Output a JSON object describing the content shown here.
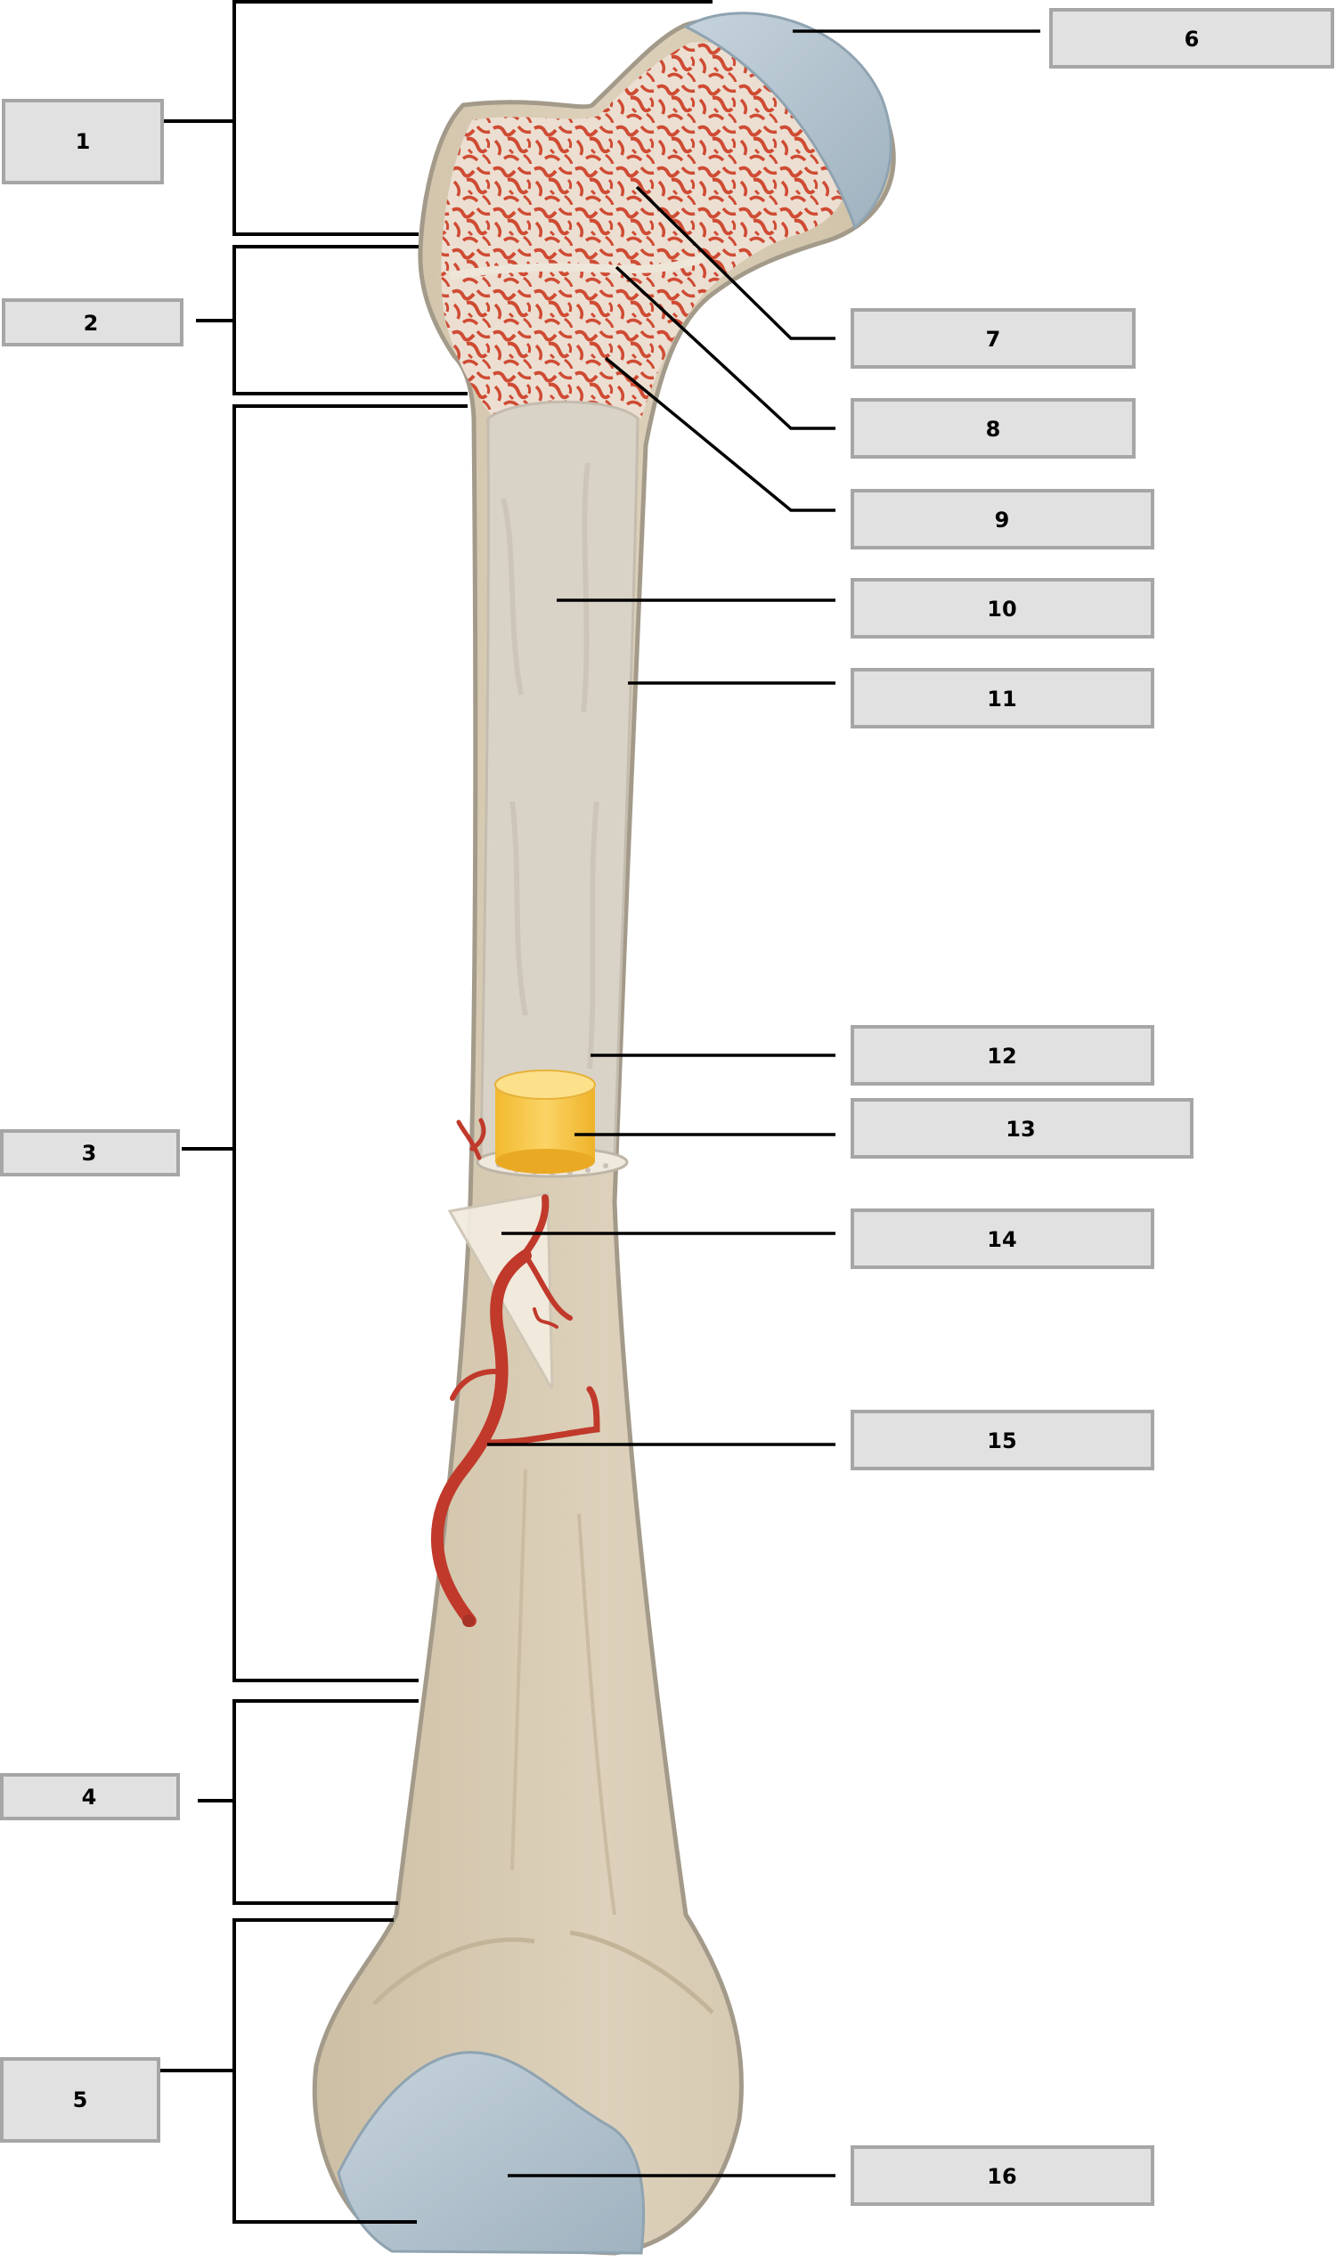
{
  "labels": [
    {
      "id": "1",
      "text": "1"
    },
    {
      "id": "2",
      "text": "2"
    },
    {
      "id": "3",
      "text": "3"
    },
    {
      "id": "4",
      "text": "4"
    },
    {
      "id": "5",
      "text": "5"
    },
    {
      "id": "6",
      "text": "6"
    },
    {
      "id": "7",
      "text": "7"
    },
    {
      "id": "8",
      "text": "8"
    },
    {
      "id": "9",
      "text": "9"
    },
    {
      "id": "10",
      "text": "10"
    },
    {
      "id": "11",
      "text": "11"
    },
    {
      "id": "12",
      "text": "12"
    },
    {
      "id": "13",
      "text": "13"
    },
    {
      "id": "14",
      "text": "14"
    },
    {
      "id": "15",
      "text": "15"
    },
    {
      "id": "16",
      "text": "16"
    }
  ],
  "colors": {
    "bone_shaft": "#d8ccb4",
    "bone_outline": "#a39a8a",
    "medullary_cavity": "#d6d0c4",
    "spongy_bone_bg": "#e9ddd0",
    "spongy_bone_red": "#cf4b33",
    "articular_cartilage": "#b4c4cf",
    "yellow_marrow": "#f5c542",
    "artery": "#c0392b",
    "label_box_fill": "#e1e1e1",
    "label_box_border": "#a6a6a6",
    "leader_line": "#000000"
  }
}
